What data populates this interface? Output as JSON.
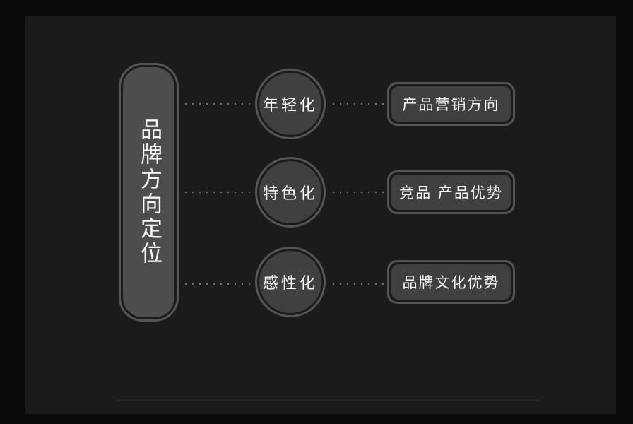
{
  "root": {
    "label": "品牌方向定位"
  },
  "rows": [
    {
      "category": "年轻化",
      "result": "产品营销方向"
    },
    {
      "category": "特色化",
      "result": "竞品 产品优势"
    },
    {
      "category": "感性化",
      "result": "品牌文化优势"
    }
  ]
}
